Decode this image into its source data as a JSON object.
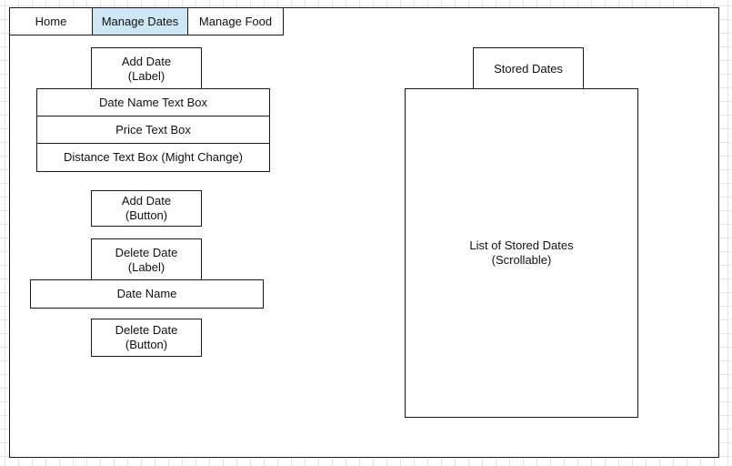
{
  "nav": {
    "tabs": [
      {
        "label": "Home"
      },
      {
        "label": "Manage Dates",
        "active": true
      },
      {
        "label": "Manage Food"
      }
    ],
    "active_color": "#cfe6f7"
  },
  "add_section": {
    "label": "Add Date\n(Label)",
    "fields": [
      "Date Name Text Box",
      "Price Text Box",
      "Distance Text Box (Might Change)"
    ],
    "button": "Add Date\n(Button)"
  },
  "delete_section": {
    "label": "Delete Date\n(Label)",
    "field": "Date Name",
    "button": "Delete Date\n(Button)"
  },
  "stored": {
    "header": "Stored Dates",
    "list": "List of Stored Dates\n(Scrollable)"
  }
}
